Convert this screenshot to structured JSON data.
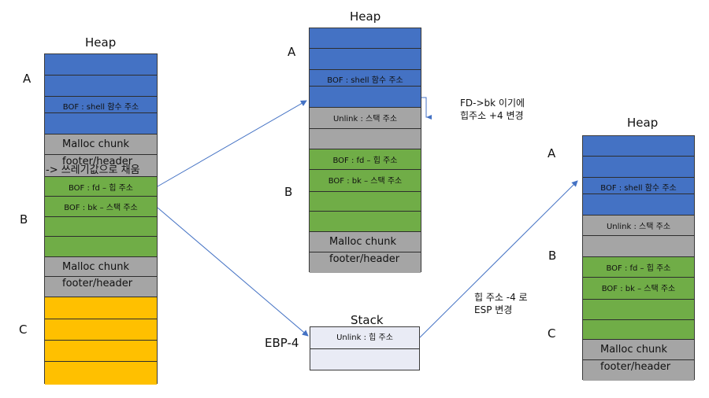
{
  "diagram": {
    "colors": {
      "blue": "#4472c4",
      "gray": "#a5a5a5",
      "green": "#70ad47",
      "yellow": "#ffc000",
      "stack": "#e9ebf5",
      "arrow": "#4472c4"
    },
    "left_heap": {
      "title": "Heap",
      "labels": {
        "a": "A",
        "b": "B",
        "c": "C"
      },
      "cells": [
        {
          "color": "blue",
          "text": ""
        },
        {
          "color": "blue",
          "text": ""
        },
        {
          "color": "blue",
          "text": "BOF : shell 함수 주소"
        },
        {
          "color": "blue",
          "text": ""
        },
        {
          "color": "gray",
          "text": "Malloc chunk"
        },
        {
          "color": "gray",
          "text": "footer/header"
        },
        {
          "color": "green",
          "text": "BOF : fd – 힙 주소"
        },
        {
          "color": "green",
          "text": "BOF : bk – 스택 주소"
        },
        {
          "color": "green",
          "text": ""
        },
        {
          "color": "green",
          "text": ""
        },
        {
          "color": "gray",
          "text": "Malloc chunk"
        },
        {
          "color": "gray",
          "text": "footer/header"
        },
        {
          "color": "yellow",
          "text": ""
        },
        {
          "color": "yellow",
          "text": ""
        },
        {
          "color": "yellow",
          "text": ""
        },
        {
          "color": "yellow",
          "text": ""
        }
      ],
      "overflow_note": "-> 쓰레기값으로 채움"
    },
    "middle_heap": {
      "title": "Heap",
      "labels": {
        "a": "A",
        "b": "B"
      },
      "cells": [
        {
          "color": "blue",
          "text": ""
        },
        {
          "color": "blue",
          "text": ""
        },
        {
          "color": "blue",
          "text": "BOF : shell 함수 주소"
        },
        {
          "color": "blue",
          "text": ""
        },
        {
          "color": "gray",
          "text": "Unlink : 스택 주소"
        },
        {
          "color": "gray",
          "text": ""
        },
        {
          "color": "green",
          "text": "BOF : fd – 힙 주소"
        },
        {
          "color": "green",
          "text": "BOF : bk – 스택 주소"
        },
        {
          "color": "green",
          "text": ""
        },
        {
          "color": "green",
          "text": ""
        },
        {
          "color": "gray",
          "text": "Malloc chunk"
        },
        {
          "color": "gray",
          "text": "footer/header"
        }
      ],
      "note_line1": "FD->bk 이기에",
      "note_line2": "힙주소 +4 변경"
    },
    "stack": {
      "title": "Stack",
      "label": "EBP-4",
      "cells": [
        {
          "text": "Unlink : 힙 주소"
        },
        {
          "text": ""
        }
      ],
      "note_line1": "힙 주소 -4 로",
      "note_line2": "ESP 변경"
    },
    "right_heap": {
      "title": "Heap",
      "labels": {
        "a": "A",
        "b": "B",
        "c": "C"
      },
      "cells": [
        {
          "color": "blue",
          "text": ""
        },
        {
          "color": "blue",
          "text": ""
        },
        {
          "color": "blue",
          "text": "BOF : shell 함수 주소"
        },
        {
          "color": "blue",
          "text": ""
        },
        {
          "color": "gray",
          "text": "Unlink : 스택 주소"
        },
        {
          "color": "gray",
          "text": ""
        },
        {
          "color": "green",
          "text": "BOF : fd – 힙 주소"
        },
        {
          "color": "green",
          "text": "BOF : bk – 스택 주소"
        },
        {
          "color": "green",
          "text": ""
        },
        {
          "color": "green",
          "text": ""
        },
        {
          "color": "gray",
          "text": "Malloc chunk"
        },
        {
          "color": "gray",
          "text": "footer/header"
        }
      ]
    }
  }
}
